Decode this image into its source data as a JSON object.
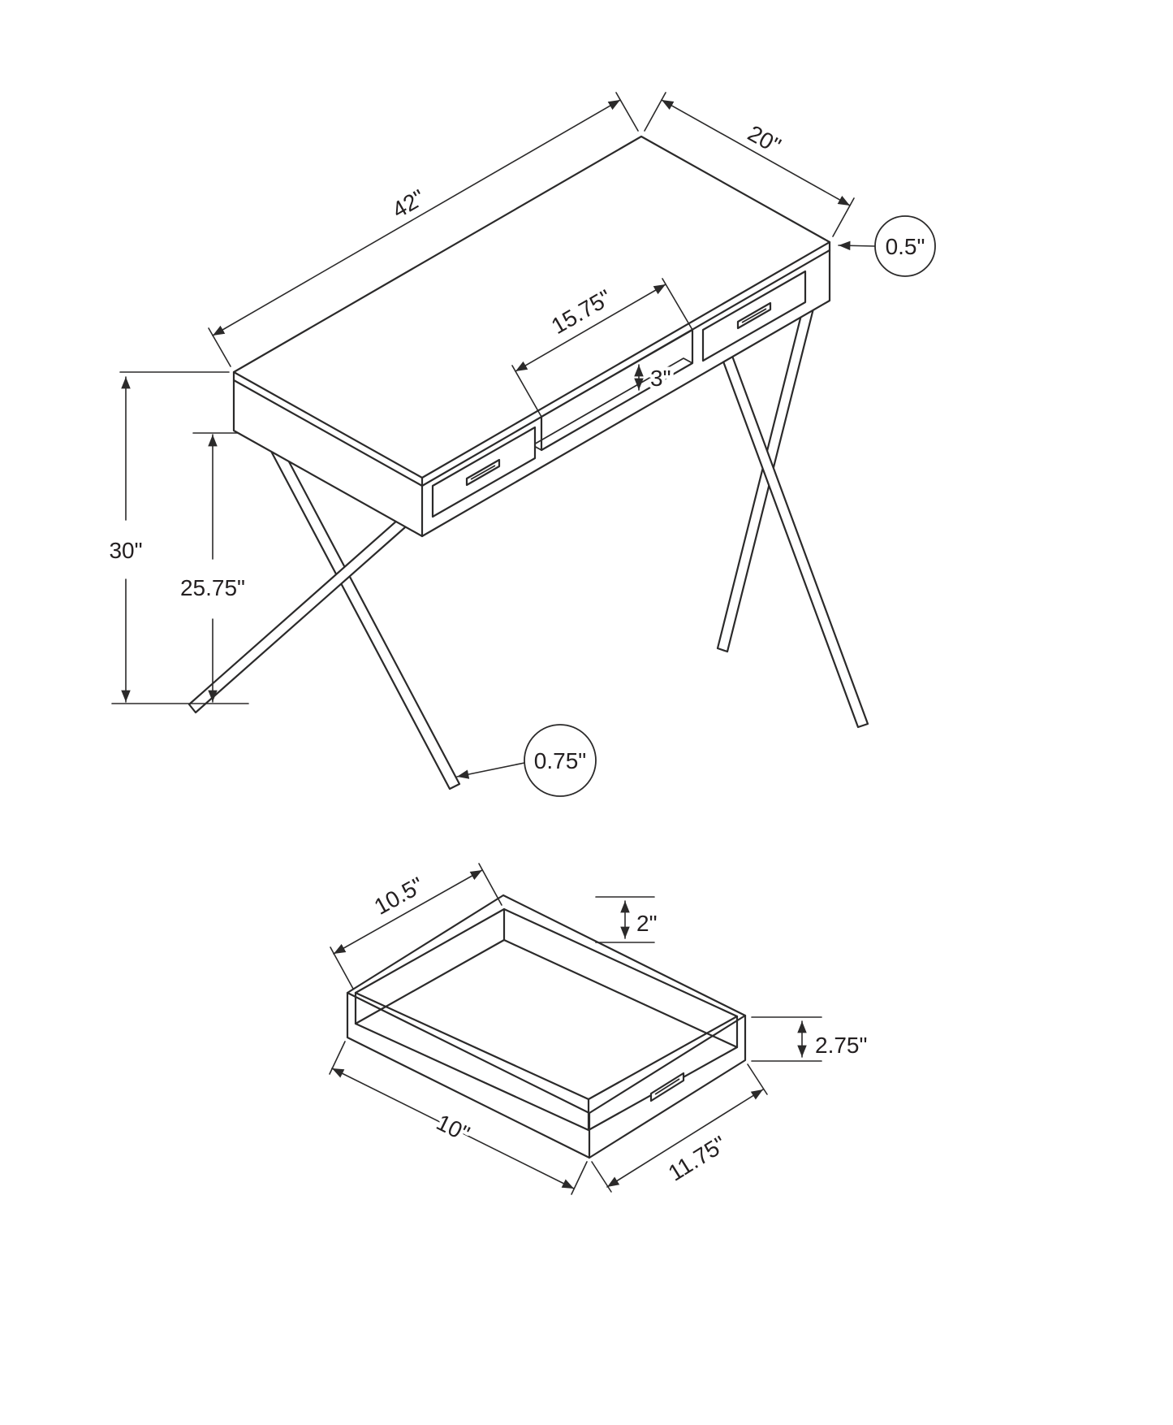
{
  "diagram": {
    "desk_dimensions": {
      "top_length": "42\"",
      "top_depth": "20\"",
      "top_thickness": "0.5\"",
      "cubby_width": "15.75\"",
      "cubby_opening_height": "3\"",
      "overall_height": "30\"",
      "underside_clearance": "25.75\"",
      "leg_tube_thickness": "0.75\""
    },
    "drawer_dimensions": {
      "inner_width": "10.5\"",
      "inner_depth": "2\"",
      "outer_height": "2.75\"",
      "side_length": "10\"",
      "front_width": "11.75\""
    }
  }
}
